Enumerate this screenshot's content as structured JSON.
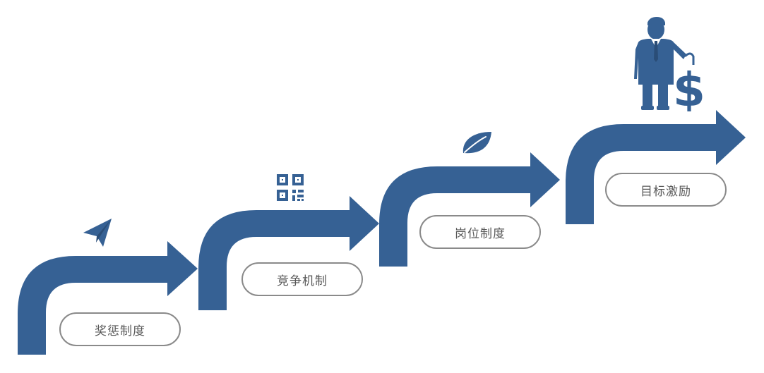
{
  "colors": {
    "arrow": "#366194",
    "pill_border": "#8a8a8a",
    "pill_text": "#595959",
    "background": "#ffffff"
  },
  "steps": [
    {
      "label": "奖惩制度",
      "icon": "paper-plane-icon"
    },
    {
      "label": "竞争机制",
      "icon": "qr-code-icon"
    },
    {
      "label": "岗位制度",
      "icon": "leaf-icon"
    },
    {
      "label": "目标激励",
      "icon": "businessman-dollar-icon"
    }
  ]
}
